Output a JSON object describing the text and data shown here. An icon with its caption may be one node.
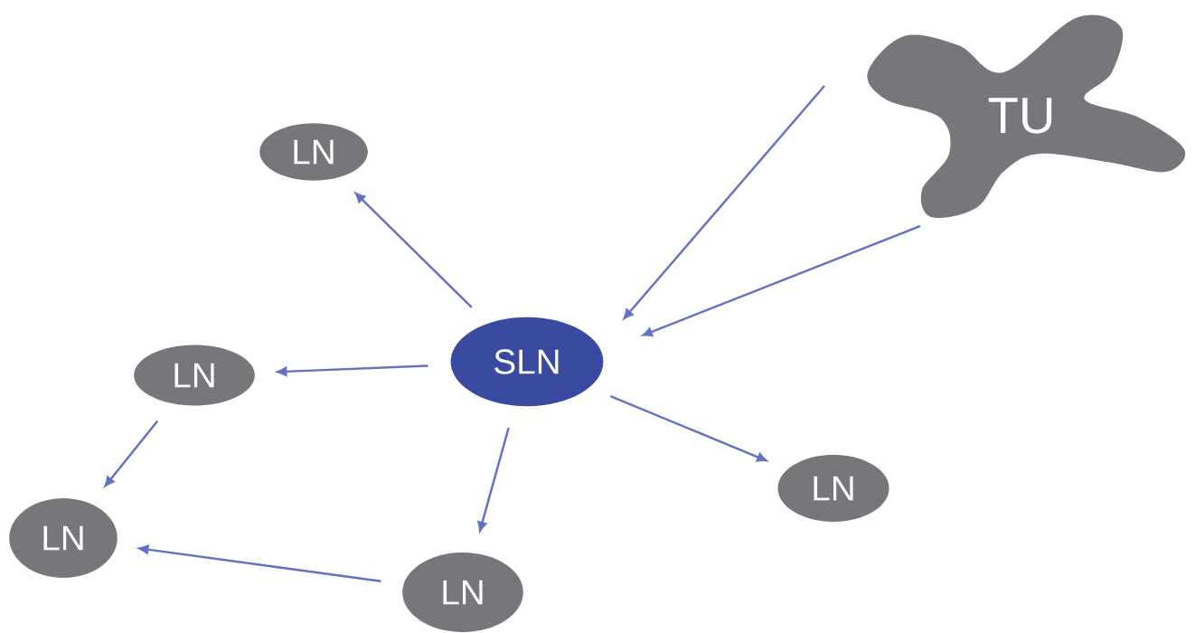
{
  "diagram": {
    "nodes": [
      {
        "text": [
          "TU"
        ]
      },
      {
        "text": [
          "LN"
        ]
      },
      {
        "text": [
          "SLN"
        ]
      },
      {
        "text": [
          "LN"
        ]
      },
      {
        "text": [
          "LN"
        ]
      },
      {
        "text": [
          "LN"
        ]
      },
      {
        "text": [
          "LN"
        ]
      }
    ],
    "edges": [
      {
        "from": 0,
        "to": 2,
        "arrow": "to"
      },
      {
        "from": 0,
        "to": 2,
        "arrow": "to"
      },
      {
        "from": 2,
        "to": 1,
        "arrow": "to"
      },
      {
        "from": 2,
        "to": 3,
        "arrow": "to"
      },
      {
        "from": 2,
        "to": 6,
        "arrow": "to"
      },
      {
        "from": 2,
        "to": 4,
        "arrow": "to"
      },
      {
        "from": 3,
        "to": 5,
        "arrow": "to"
      },
      {
        "from": 6,
        "to": 5,
        "arrow": "to"
      }
    ]
  }
}
